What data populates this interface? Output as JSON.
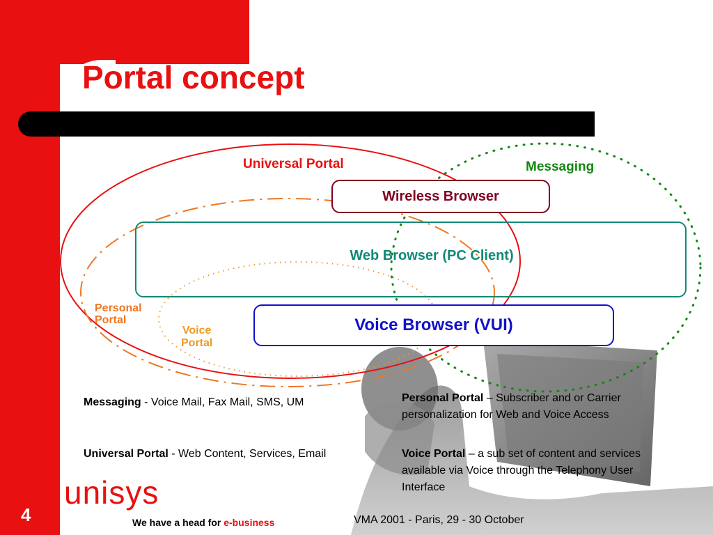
{
  "title": "Portal concept",
  "diagram": {
    "universal_portal": "Universal Portal",
    "messaging": "Messaging",
    "wireless_browser": "Wireless Browser",
    "web_browser": "Web Browser (PC Client)",
    "voice_browser": "Voice Browser (VUI)",
    "personal_portal": [
      "Personal",
      "Portal"
    ],
    "voice_portal": [
      "Voice",
      "Portal"
    ]
  },
  "descriptions": {
    "messaging": {
      "term": "Messaging",
      "text": " - Voice Mail, Fax Mail, SMS, UM"
    },
    "universal": {
      "term": "Universal Portal",
      "text": " - Web Content, Services, Email"
    },
    "personal": {
      "term": "Personal Portal",
      "text": " – Subscriber and or Carrier personalization for Web and Voice Access"
    },
    "voice": {
      "term": "Voice Portal",
      "text": " – a sub set of content and services available via Voice through the Telephony User Interface"
    }
  },
  "footer": {
    "logo": "unisys",
    "page_number": "4",
    "tagline_prefix": "We have a head for ",
    "tagline_highlight": "e-business",
    "event": "VMA 2001 - Paris, 29 - 30 October"
  },
  "colors": {
    "brand_red": "#e81010",
    "messaging_green": "#118811",
    "personal_orange": "#ee7722",
    "web_teal": "#118877",
    "wireless_maroon": "#800020",
    "voice_blue": "#1010cc"
  }
}
